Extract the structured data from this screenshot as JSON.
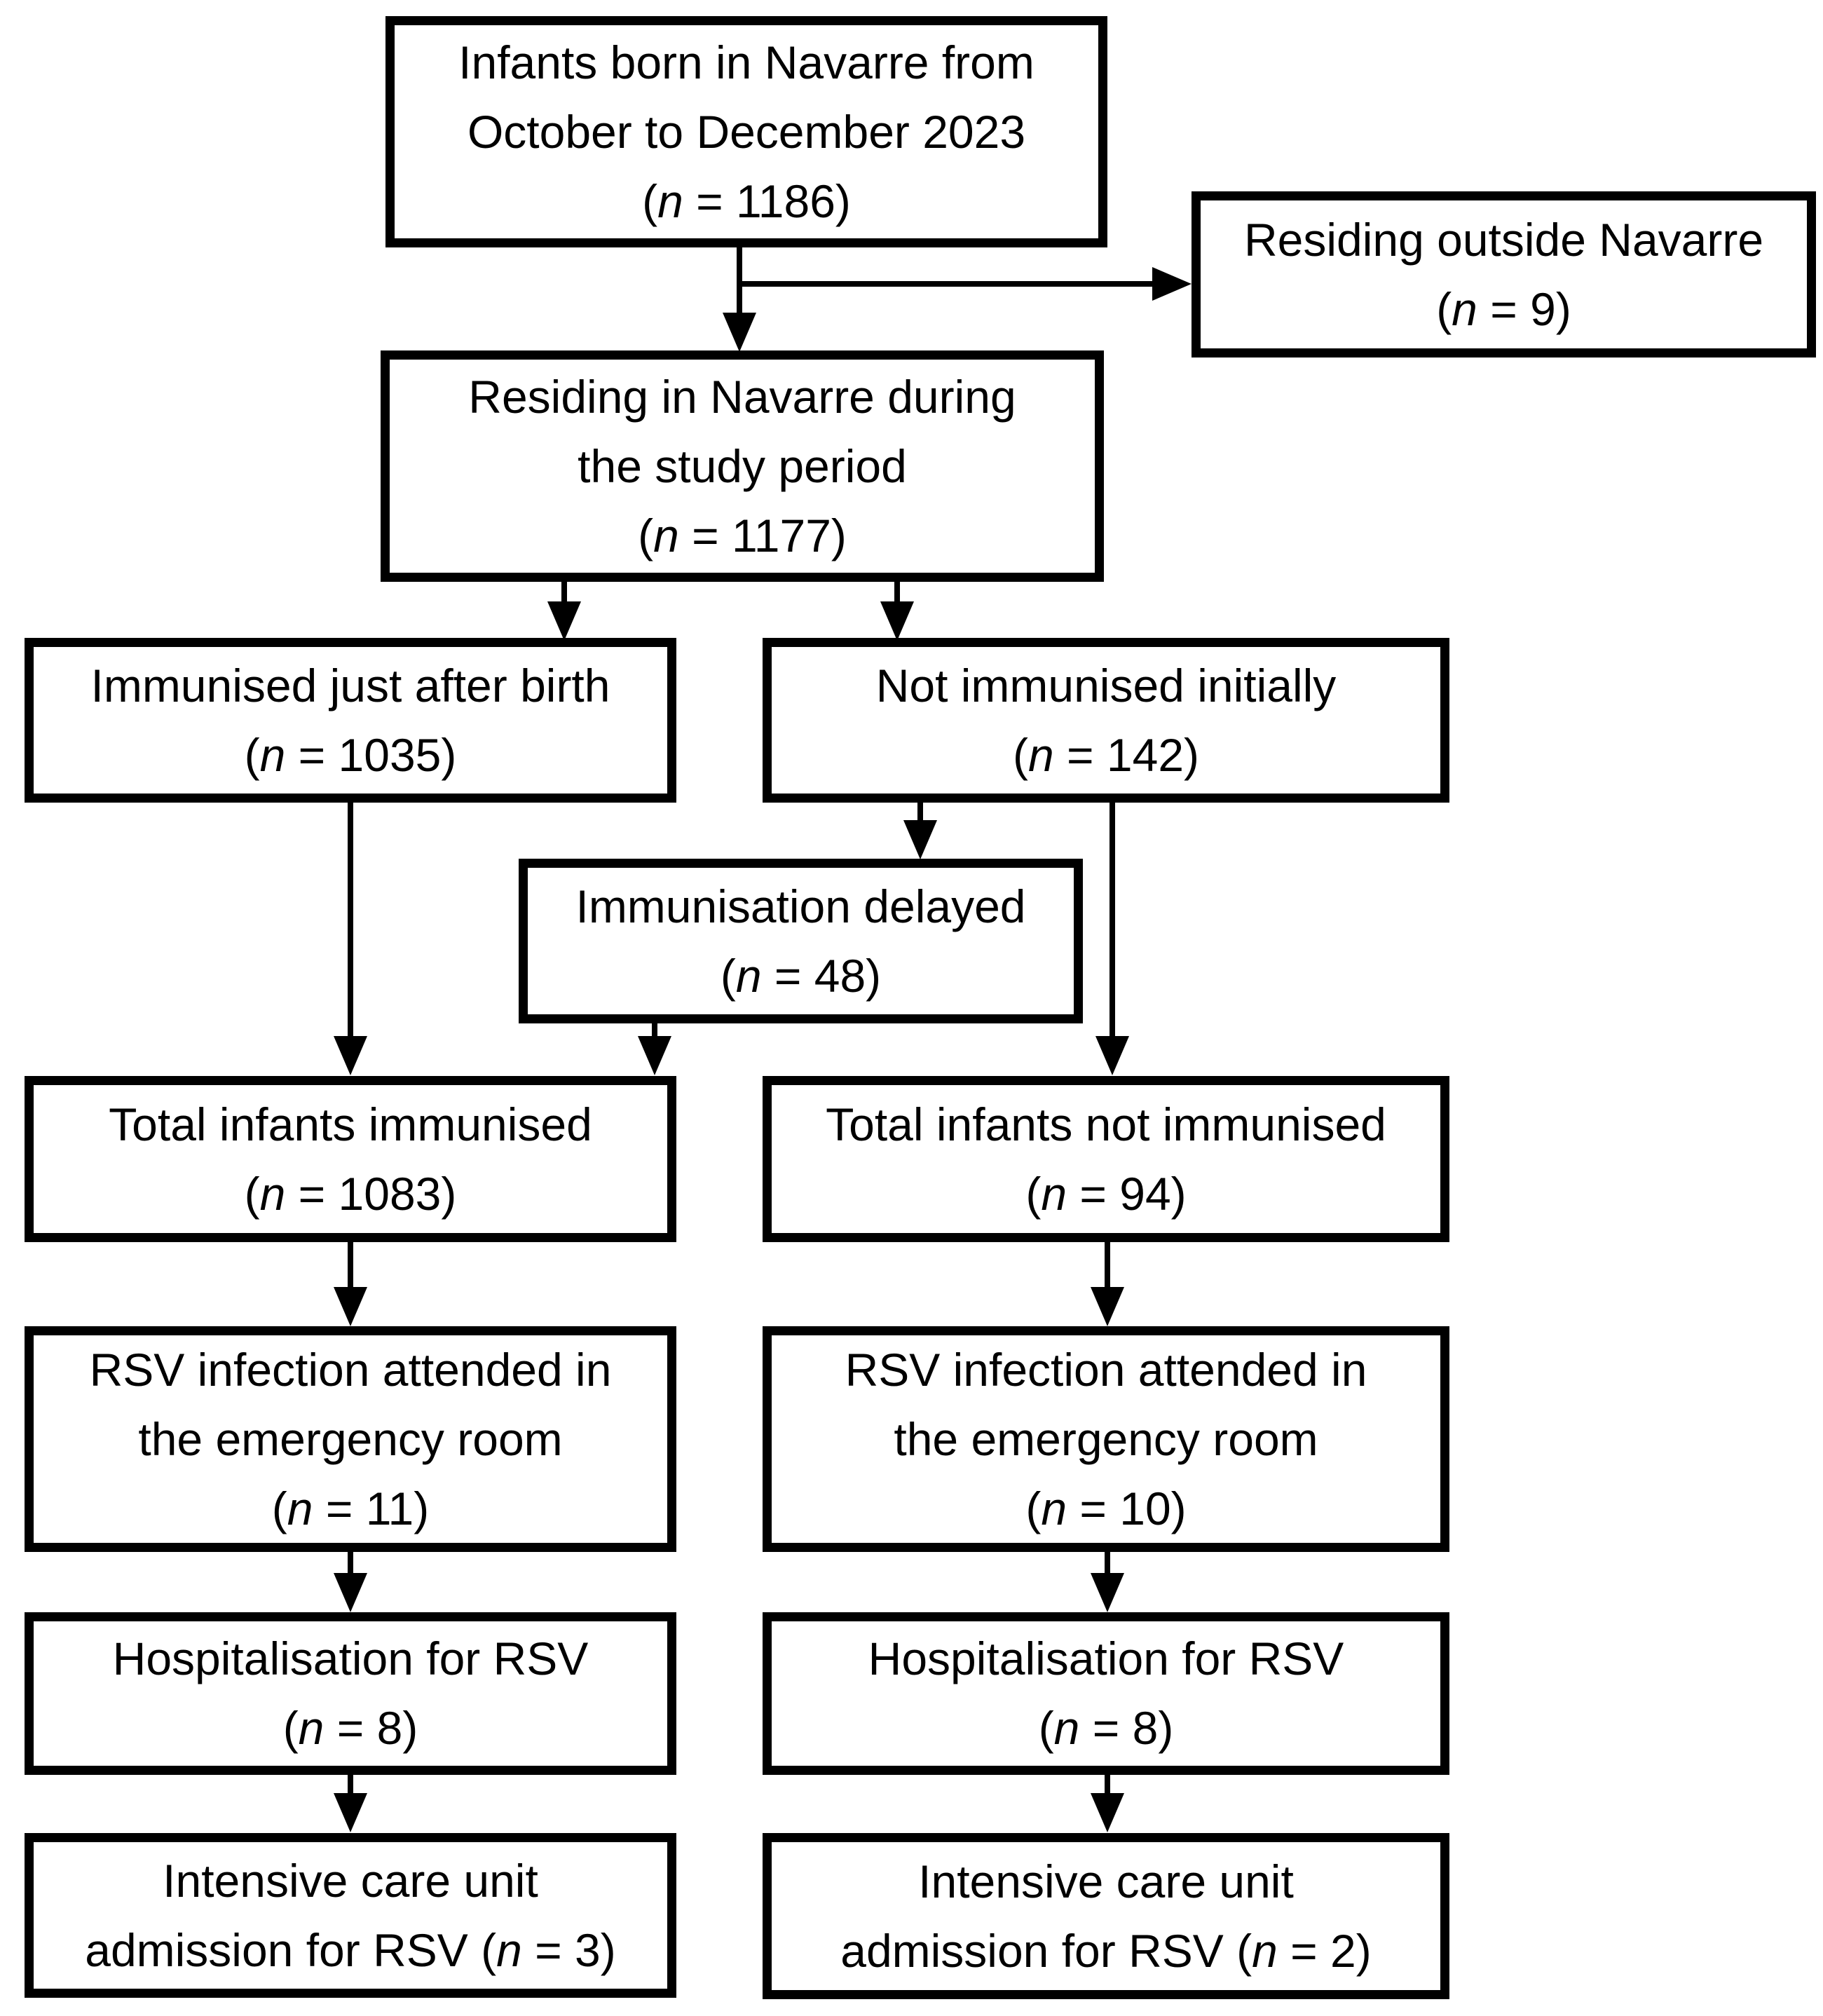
{
  "figure": {
    "type": "flowchart",
    "description": "Study flow of infant RSV immunisation in Navarre, October to December 2023",
    "colors": {
      "ink": "#000000",
      "background": "#ffffff",
      "box_fill": "#ffffff"
    },
    "nodes": {
      "infants_born": {
        "lines": [
          "Infants born in Navarre from",
          "October to December 2023",
          "(n = 1186)"
        ],
        "n": 1186
      },
      "residing_outside": {
        "lines": [
          "Residing outside Navarre",
          "(n = 9)"
        ],
        "n": 9
      },
      "residing_in": {
        "lines": [
          "Residing in Navarre during",
          "the study period",
          "(n = 1177)"
        ],
        "n": 1177
      },
      "immunised_birth": {
        "lines": [
          "Immunised just after birth",
          "(n = 1035)"
        ],
        "n": 1035
      },
      "not_immunised_init": {
        "lines": [
          "Not immunised initially",
          "(n = 142)"
        ],
        "n": 142
      },
      "immunisation_delayed": {
        "lines": [
          "Immunisation delayed",
          "(n = 48)"
        ],
        "n": 48
      },
      "total_immunised": {
        "lines": [
          "Total infants immunised",
          "(n = 1083)"
        ],
        "n": 1083
      },
      "total_not_immunised": {
        "lines": [
          "Total infants not immunised",
          "(n = 94)"
        ],
        "n": 94
      },
      "rsv_er_immunised": {
        "lines": [
          "RSV infection attended in",
          "the emergency room",
          "(n = 11)"
        ],
        "n": 11
      },
      "rsv_er_not_immunised": {
        "lines": [
          "RSV infection attended in",
          "the emergency room",
          "(n = 10)"
        ],
        "n": 10
      },
      "hosp_immunised": {
        "lines": [
          "Hospitalisation for RSV",
          "(n = 8)"
        ],
        "n": 8
      },
      "hosp_not_immunised": {
        "lines": [
          "Hospitalisation for RSV",
          "(n = 8)"
        ],
        "n": 8
      },
      "icu_immunised": {
        "lines": [
          "Intensive care unit",
          "admission for RSV (n = 3)"
        ],
        "n": 3
      },
      "icu_not_immunised": {
        "lines": [
          "Intensive care unit",
          "admission for RSV (n = 2)"
        ],
        "n": 2
      }
    },
    "edges": [
      {
        "from": "infants_born",
        "to": "residing_outside"
      },
      {
        "from": "infants_born",
        "to": "residing_in"
      },
      {
        "from": "residing_in",
        "to": "immunised_birth"
      },
      {
        "from": "residing_in",
        "to": "not_immunised_init"
      },
      {
        "from": "not_immunised_init",
        "to": "immunisation_delayed"
      },
      {
        "from": "not_immunised_init",
        "to": "total_not_immunised"
      },
      {
        "from": "immunised_birth",
        "to": "total_immunised"
      },
      {
        "from": "immunisation_delayed",
        "to": "total_immunised"
      },
      {
        "from": "total_immunised",
        "to": "rsv_er_immunised"
      },
      {
        "from": "total_not_immunised",
        "to": "rsv_er_not_immunised"
      },
      {
        "from": "rsv_er_immunised",
        "to": "hosp_immunised"
      },
      {
        "from": "rsv_er_not_immunised",
        "to": "hosp_not_immunised"
      },
      {
        "from": "hosp_immunised",
        "to": "icu_immunised"
      },
      {
        "from": "hosp_not_immunised",
        "to": "icu_not_immunised"
      }
    ]
  }
}
